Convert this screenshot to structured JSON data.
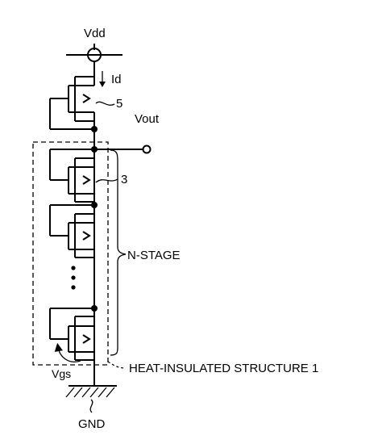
{
  "labels": {
    "vdd": "Vdd",
    "id": "Id",
    "top_transistor_ref": "5",
    "vout": "Vout",
    "stage_transistor_ref": "3",
    "n_stage": "N-STAGE",
    "vgs": "Vgs",
    "heat_insulated": "HEAT-INSULATED STRUCTURE 1",
    "gnd": "GND"
  }
}
